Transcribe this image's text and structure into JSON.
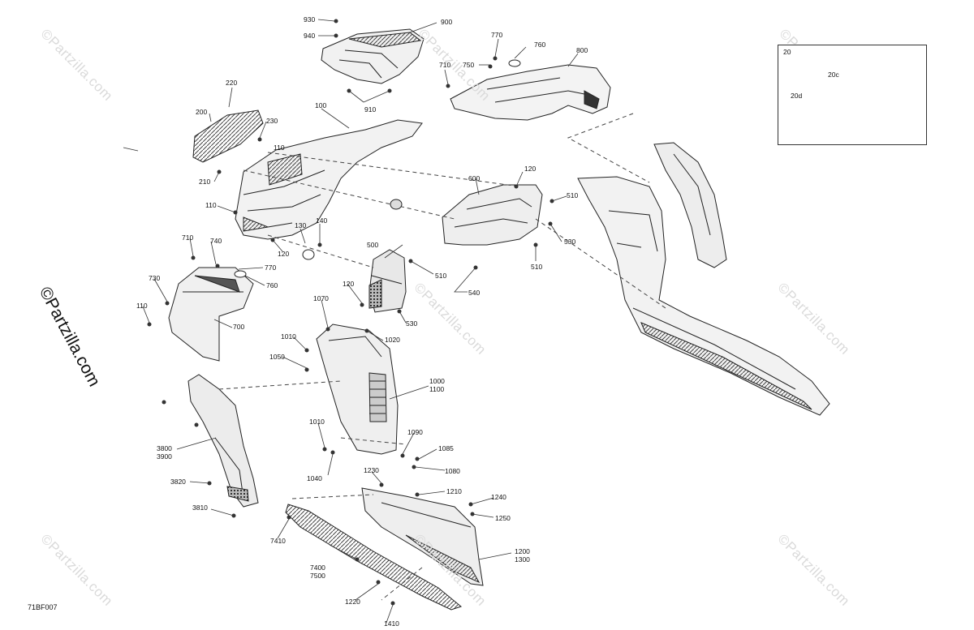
{
  "watermark": "©Partzilla.com",
  "figure_code": "71BF007",
  "inset": {
    "kit": "20",
    "parts": [
      "20c",
      "20d"
    ]
  },
  "callouts": {
    "c930": "930",
    "c940": "940",
    "c900": "900",
    "c910": "910",
    "c770a": "770",
    "c760a": "760",
    "c750": "750",
    "c710a": "710",
    "c800": "800",
    "c220": "220",
    "c200": "200",
    "c230": "230",
    "c100": "100",
    "c110a": "110",
    "c210": "210",
    "c110b": "110",
    "c130": "130",
    "c140": "140",
    "c120a": "120",
    "c600": "600",
    "c120b": "120",
    "c510a": "510",
    "c530a": "530",
    "c510b": "510",
    "c500": "500",
    "c510c": "510",
    "c540": "540",
    "c120c": "120",
    "c530b": "530",
    "c710b": "710",
    "c740": "740",
    "c770b": "770",
    "c760b": "760",
    "c730": "730",
    "c110c": "110",
    "c700": "700",
    "c1070": "1070",
    "c1020": "1020",
    "c1010a": "1010",
    "c1050": "1050",
    "c1000_1100": "1000\n1100",
    "c1010b": "1010",
    "c1090": "1090",
    "c1085": "1085",
    "c1080": "1080",
    "c1040": "1040",
    "c3800_3900": "3800\n3900",
    "c3820": "3820",
    "c3810": "3810",
    "c1230": "1230",
    "c1210": "1210",
    "c1240": "1240",
    "c1250": "1250",
    "c1200_1300": "1200\n1300",
    "c7410": "7410",
    "c7400_7500": "7400\n7500",
    "c1220": "1220",
    "c1410": "1410"
  }
}
